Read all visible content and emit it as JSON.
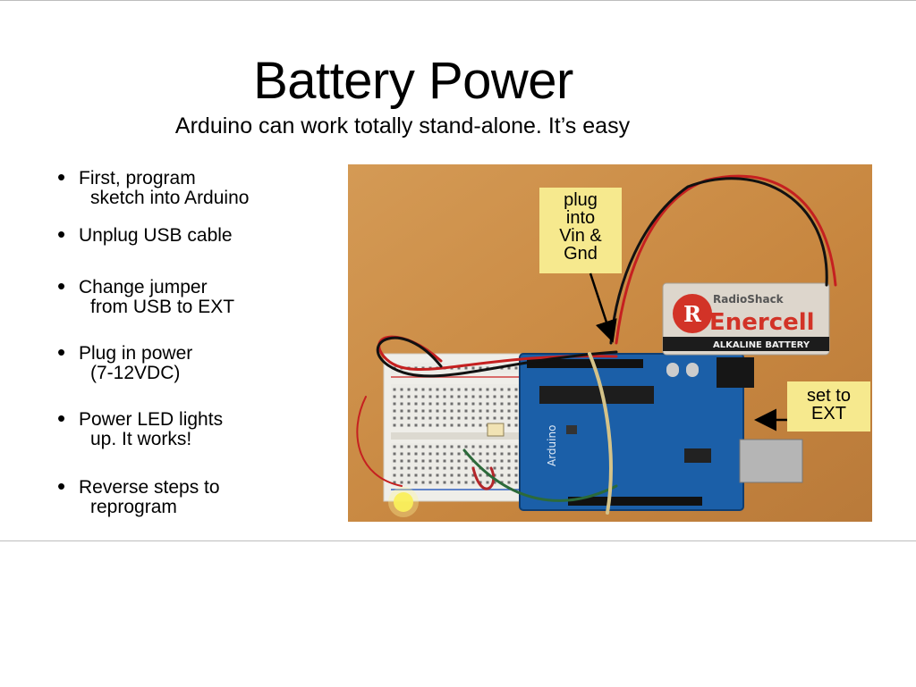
{
  "slide": {
    "title": "Battery Power",
    "subtitle": "Arduino can work totally stand-alone. It’s easy"
  },
  "bullets": [
    {
      "line1": "First, program",
      "line2": "sketch into Arduino"
    },
    {
      "line1": "Unplug USB cable",
      "line2": ""
    },
    {
      "line1": "Change jumper",
      "line2": "from USB to EXT"
    },
    {
      "line1": "Plug in power",
      "line2": "(7-12VDC)"
    },
    {
      "line1": "Power LED lights",
      "line2": "up. It works!"
    },
    {
      "line1": "Reverse steps to",
      "line2": "reprogram"
    }
  ],
  "callouts": {
    "plug_lines": [
      "plug",
      "into",
      "Vin &",
      "Gnd"
    ],
    "ext_lines": [
      "set to",
      "EXT"
    ]
  },
  "photo": {
    "battery_brand": "RadioShack",
    "battery_name": "Enercell",
    "battery_type": "ALKALINE BATTERY",
    "board_text": "Arduino",
    "colors": {
      "table": "#c98a45",
      "board": "#1b5fa8",
      "callout": "#f6e98e"
    }
  }
}
